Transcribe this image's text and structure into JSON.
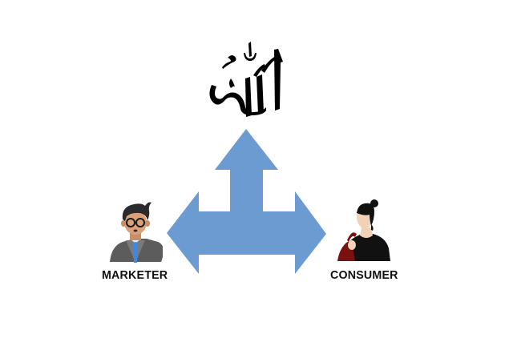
{
  "diagram": {
    "top_node": {
      "name": "Allah (Arabic calligraphy)",
      "text": "الله",
      "icon": "allah-calligraphy-icon"
    },
    "left_node": {
      "label": "MARKETER",
      "icon": "businessman-avatar-icon"
    },
    "right_node": {
      "label": "CONSUMER",
      "icon": "woman-shopper-avatar-icon"
    },
    "connector": {
      "type": "three-way-arrow",
      "directions": [
        "up",
        "left",
        "right"
      ],
      "color": "#6b9bd1"
    }
  },
  "colors": {
    "background": "#ffffff",
    "arrow": "#6b9bd1",
    "text": "#111111",
    "marketer_suit": "#5c5c5c",
    "marketer_tie": "#3d8be0",
    "marketer_skin": "#d9a07a",
    "marketer_hair": "#2b2b2b",
    "consumer_top": "#111111",
    "consumer_bag": "#7a1010",
    "consumer_skin": "#f2d2b6"
  }
}
